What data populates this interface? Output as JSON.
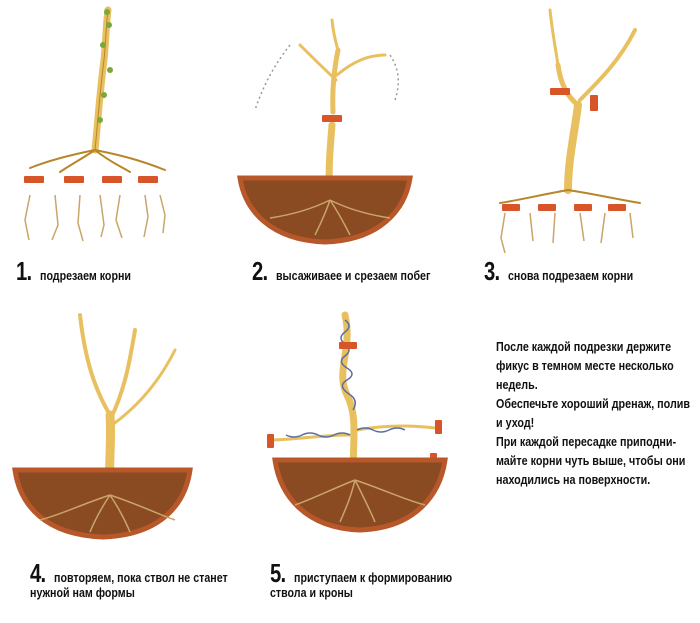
{
  "steps": [
    {
      "number": "1.",
      "caption_lines": [
        "подрезаем корни"
      ]
    },
    {
      "number": "2.",
      "caption_lines": [
        "высаживаее и срезаем побег"
      ]
    },
    {
      "number": "3.",
      "caption_lines": [
        "снова подрезаем корни"
      ]
    },
    {
      "number": "4.",
      "caption_lines": [
        "повторяем, пока ствол не станет",
        "нужной нам формы"
      ]
    },
    {
      "number": "5.",
      "caption_lines": [
        "приступаем к формированию",
        "ствола и кроны"
      ]
    }
  ],
  "note_lines": [
    "После каждой подрезки держите",
    "фикус в темном месте несколько",
    "недель.",
    "Обеспечьте хороший дренаж, полив",
    "и уход!",
    "При каждой пересадке приподни-",
    "майте корни чуть выше, чтобы они",
    "находились на поверхности."
  ],
  "colors": {
    "trunk": "#e8c060",
    "trunk_dark": "#b8862a",
    "bud": "#7aa83a",
    "cut_mark": "#d8552a",
    "pot": "#b8582a",
    "soil": "#8a4a22",
    "root": "#c9a56a",
    "wire": "#5a6fa0"
  },
  "icons": [
    "tree-illustration",
    "pot-illustration",
    "cut-mark"
  ]
}
